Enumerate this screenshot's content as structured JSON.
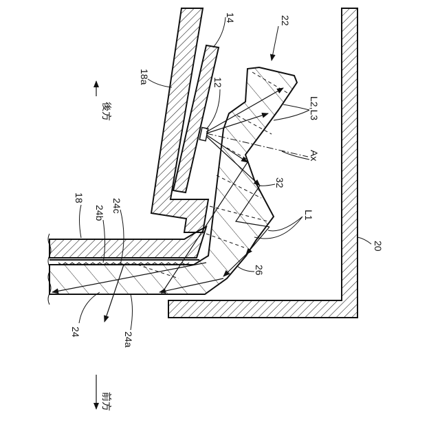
{
  "labels": {
    "ref_14": "14",
    "ref_22": "22",
    "ref_18a": "18a",
    "ref_12": "12",
    "ref_l2_l3": "L2,L3",
    "ref_ax": "Ax",
    "ref_32": "32",
    "ref_l1": "L1",
    "ref_18": "18",
    "ref_24b": "24b",
    "ref_24c": "24c",
    "ref_26": "26",
    "ref_20": "20",
    "ref_24": "24",
    "ref_24a": "24a"
  },
  "directions": {
    "rear": "後方",
    "front": "前方"
  },
  "colors": {
    "line": "#111111",
    "background": "#ffffff"
  }
}
